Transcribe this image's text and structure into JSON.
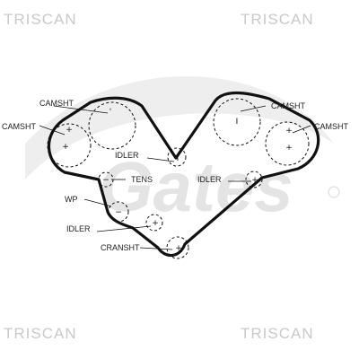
{
  "brand": {
    "name": "TRISCAN"
  },
  "watermark": {
    "text": "Gates"
  },
  "colors": {
    "line": "#111111",
    "brand_text": "#c9c9c9",
    "watermark": "#e4e4e4"
  },
  "labels": {
    "camsht_top_left": "CAMSHT",
    "camsht_left": "CAMSHT",
    "idler_center": "IDLER",
    "tens": "TENS",
    "idler_right": "IDLER",
    "camsht_top_right": "CAMSHT",
    "camsht_right": "CAMSHT",
    "wp": "WP",
    "idler_lower": "IDLER",
    "cranksht": "CRANSHT"
  }
}
